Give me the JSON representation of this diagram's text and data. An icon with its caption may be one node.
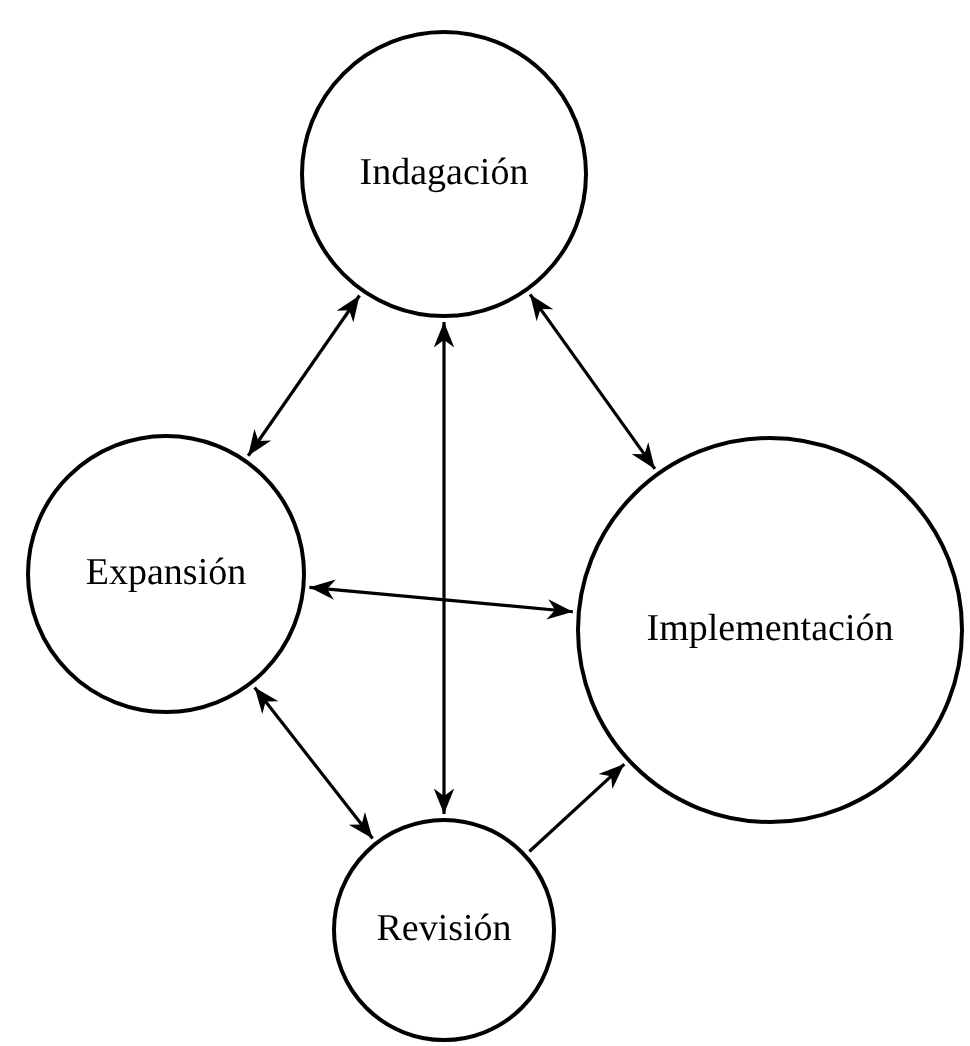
{
  "diagram": {
    "nodes": [
      {
        "text": [
          "Indagación"
        ]
      },
      {
        "text": [
          "Expansión"
        ]
      },
      {
        "text": [
          "Implementación"
        ]
      },
      {
        "text": [
          "Revisión"
        ]
      }
    ],
    "edges": [
      {
        "from": 0,
        "to": 1,
        "arrow": "both"
      },
      {
        "from": 0,
        "to": 2,
        "arrow": "both"
      },
      {
        "from": 0,
        "to": 3,
        "arrow": "both"
      },
      {
        "from": 1,
        "to": 2,
        "arrow": "both"
      },
      {
        "from": 1,
        "to": 3,
        "arrow": "both"
      },
      {
        "from": 3,
        "to": 2,
        "arrow": "to"
      }
    ]
  }
}
